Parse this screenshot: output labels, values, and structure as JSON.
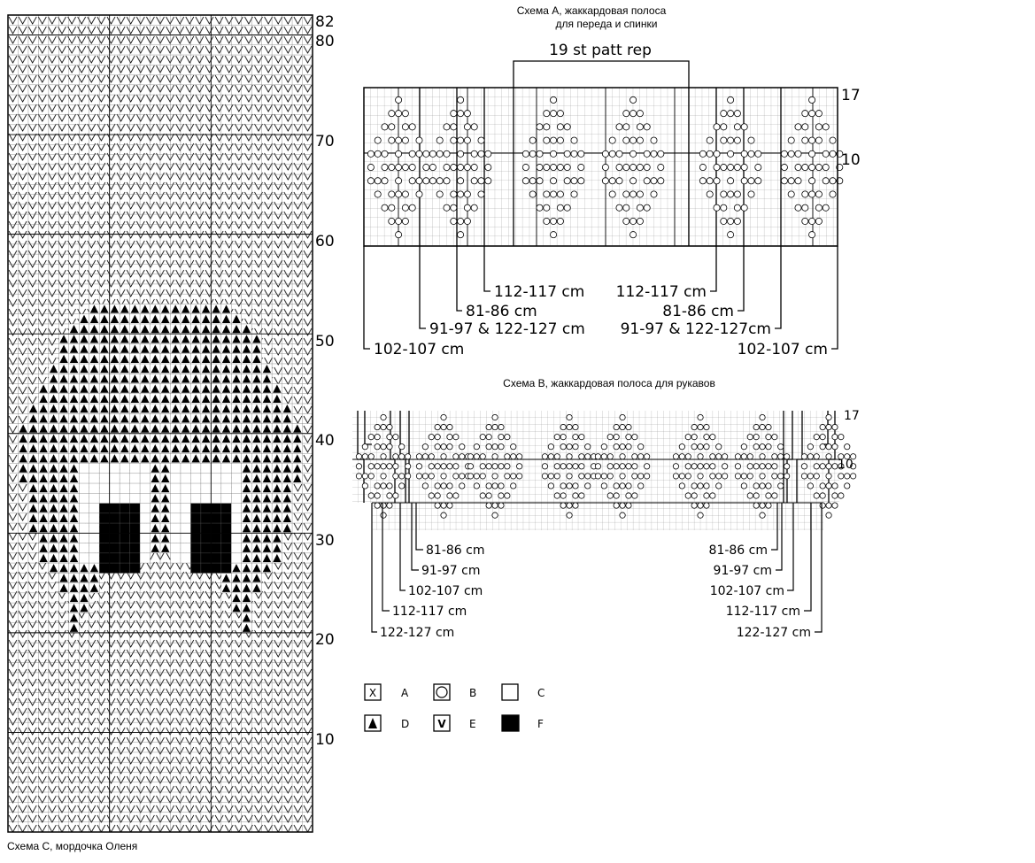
{
  "chart_c": {
    "title": "Схема С, мордочка Оленя",
    "row_labels": [
      "82",
      "80",
      "70",
      "60",
      "50",
      "40",
      "30",
      "20",
      "10"
    ],
    "cols": 30,
    "rows": 82
  },
  "chart_a": {
    "title_line1": "Схема А, жаккардовая полоса",
    "title_line2": "для переда и спинки",
    "repeat_label": "19 st patt rep",
    "row_labels": [
      "17",
      "10"
    ],
    "size_labels_left": [
      "112-117 cm",
      "81-86 cm",
      "91-97 & 122-127 cm",
      "102-107 cm"
    ],
    "size_labels_right": [
      "112-117 cm",
      "81-86 cm",
      "91-97 & 122-127cm",
      "102-107 cm"
    ]
  },
  "chart_b": {
    "title": "Схема В, жаккардовая полоса для рукавов",
    "row_labels": [
      "17",
      "10"
    ],
    "size_labels_left": [
      "81-86 cm",
      "91-97 cm",
      "102-107 cm",
      "112-117 cm",
      "122-127 cm"
    ],
    "size_labels_right": [
      "81-86 cm",
      "91-97 cm",
      "102-107 cm",
      "112-117 cm",
      "122-127 cm"
    ]
  },
  "legend": [
    {
      "symbol": "X",
      "label": "A"
    },
    {
      "symbol": "circle",
      "label": "B"
    },
    {
      "symbol": "empty",
      "label": "C"
    },
    {
      "symbol": "triangle",
      "label": "D"
    },
    {
      "symbol": "V",
      "label": "E"
    },
    {
      "symbol": "filled",
      "label": "F"
    }
  ]
}
